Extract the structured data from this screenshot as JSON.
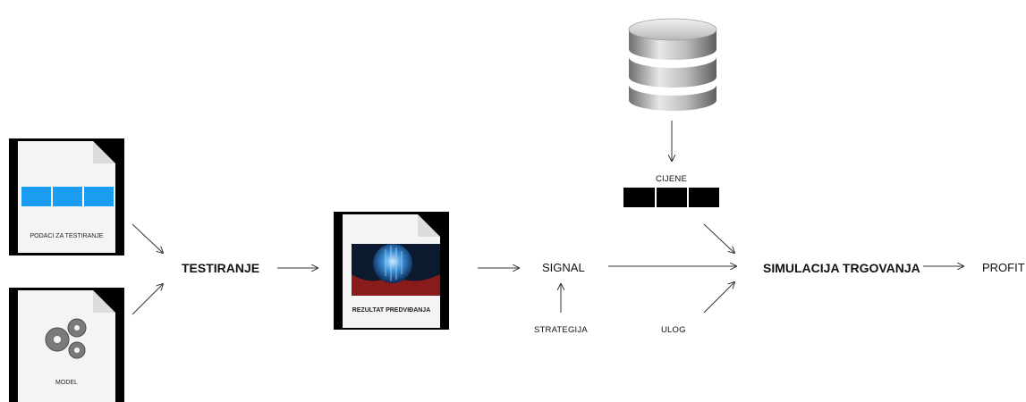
{
  "nodes": {
    "test_data": "PODACI ZA TESTIRANJE",
    "model": "MODEL",
    "testing": "TESTIRANJE",
    "prediction_result": "REZULTAT PREDVIĐANJA",
    "signal": "SIGNAL",
    "strategy": "STRATEGIJA",
    "prices": "CIJENE",
    "stake": "ULOG",
    "simulation": "SIMULACIJA TRGOVANJA",
    "profit": "PROFIT"
  },
  "icons": {
    "database": "database-icon",
    "gears": "gears-icon",
    "crystal_ball": "crystal-ball-image",
    "data_strip": "data-table-strip-icon"
  },
  "colors": {
    "data_cells_test": "#1a9cf0",
    "data_cells_prices": "#000000",
    "arrow": "#333333"
  }
}
